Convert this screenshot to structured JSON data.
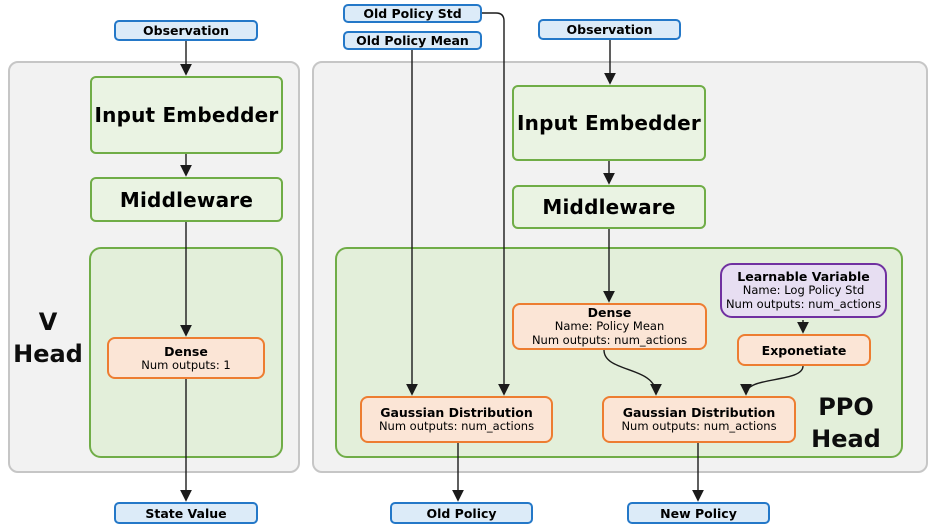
{
  "colors": {
    "blue-border": "#2478c8",
    "blue-fill": "#dcebf8",
    "green-border": "#70ad47",
    "green-fill": "#eaf3e3",
    "green-container-fill": "#e3efda",
    "orange-border": "#ed7d31",
    "orange-fill": "#fbe5d6",
    "purple-border": "#7030a0",
    "purple-fill": "#e7def2",
    "panel-fill": "#f2f2f2",
    "panel-border": "#c6c6c6",
    "connector": "#1b1b1b"
  },
  "terminals": {
    "observation_left": "Observation",
    "observation_right": "Observation",
    "old_policy_std": "Old Policy Std",
    "old_policy_mean": "Old Policy Mean",
    "state_value": "State Value",
    "old_policy": "Old Policy",
    "new_policy": "New Policy"
  },
  "v_head": {
    "label_line1": "V",
    "label_line2": "Head",
    "input_embedder": "Input Embedder",
    "middleware": "Middleware",
    "dense": {
      "title": "Dense",
      "lines": [
        "Num outputs: 1"
      ]
    }
  },
  "ppo_head": {
    "label_line1": "PPO",
    "label_line2": "Head",
    "input_embedder": "Input Embedder",
    "middleware": "Middleware",
    "dense": {
      "title": "Dense",
      "lines": [
        "Name: Policy Mean",
        "Num outputs: num_actions"
      ]
    },
    "learnable_variable": {
      "title": "Learnable Variable",
      "lines": [
        "Name: Log Policy Std",
        "Num outputs: num_actions"
      ]
    },
    "exponetiate": "Exponetiate",
    "gaussian_old": {
      "title": "Gaussian Distribution",
      "lines": [
        "Num outputs: num_actions"
      ]
    },
    "gaussian_new": {
      "title": "Gaussian Distribution",
      "lines": [
        "Num outputs: num_actions"
      ]
    }
  }
}
